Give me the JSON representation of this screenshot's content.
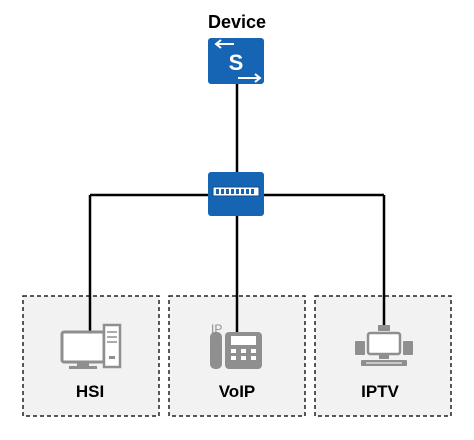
{
  "device": {
    "title": "Device",
    "switch_letter": "S"
  },
  "services": [
    {
      "label": "HSI",
      "icon": "desktop-computer-icon"
    },
    {
      "label": "VoIP",
      "icon": "ip-phone-icon"
    },
    {
      "label": "IPTV",
      "icon": "iptv-set-icon"
    }
  ],
  "voip_icon_text": "IP",
  "colors": {
    "device_blue": "#1665b5",
    "service_box_fill": "#f2f2f2",
    "link_line": "#000000",
    "icon_gray": "#8f8f8f"
  }
}
